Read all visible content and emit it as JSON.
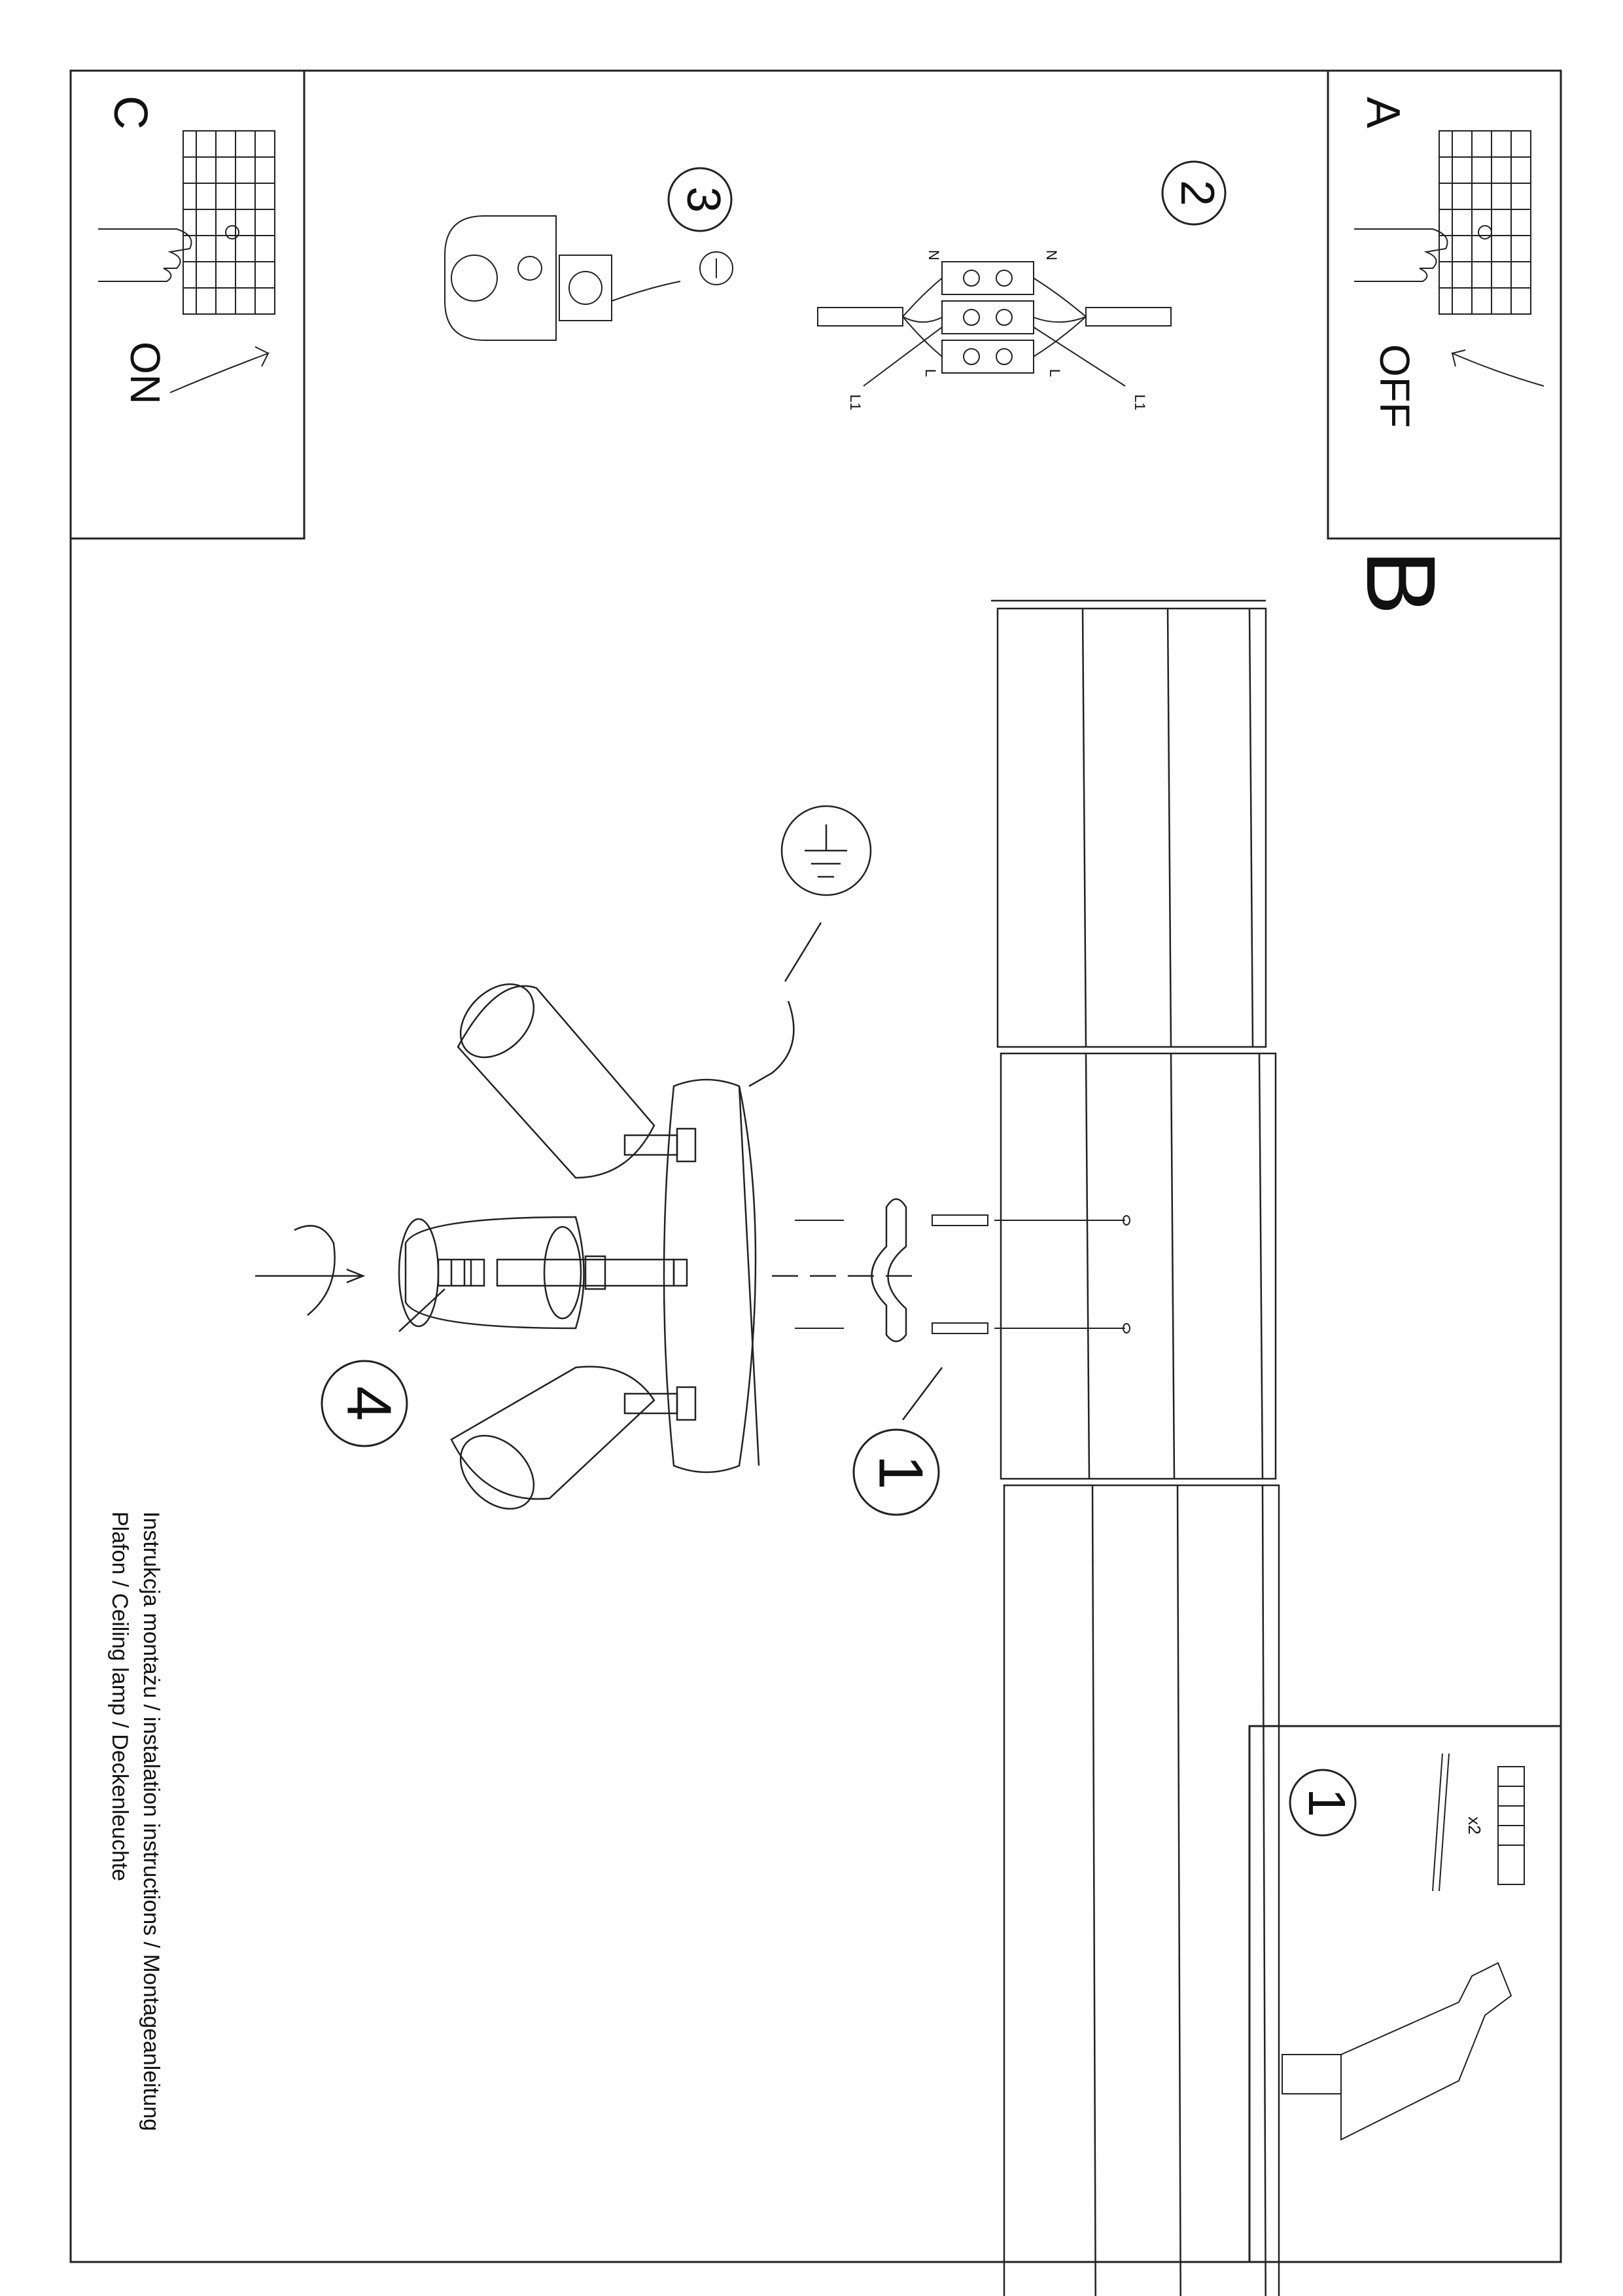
{
  "title_lines": [
    "Instrukcja montażu / instalation instructions / Montageanleitung",
    "Plafon / Ceiling lamp / Deckenleuchte"
  ],
  "panels": {
    "a": {
      "letter": "A",
      "label": "OFF"
    },
    "c": {
      "letter": "C",
      "label": "ON"
    },
    "b": {
      "letter": "B"
    }
  },
  "steps": {
    "s1": "1",
    "s2": "2",
    "s3": "3",
    "s4": "4",
    "s1_box": "1"
  },
  "wiring": {
    "n_left": "N",
    "n_right": "N",
    "l_left": "L",
    "l_right": "L",
    "l1_left": "L1",
    "l1_right": "L1"
  },
  "kit": {
    "quantity": "x2"
  }
}
